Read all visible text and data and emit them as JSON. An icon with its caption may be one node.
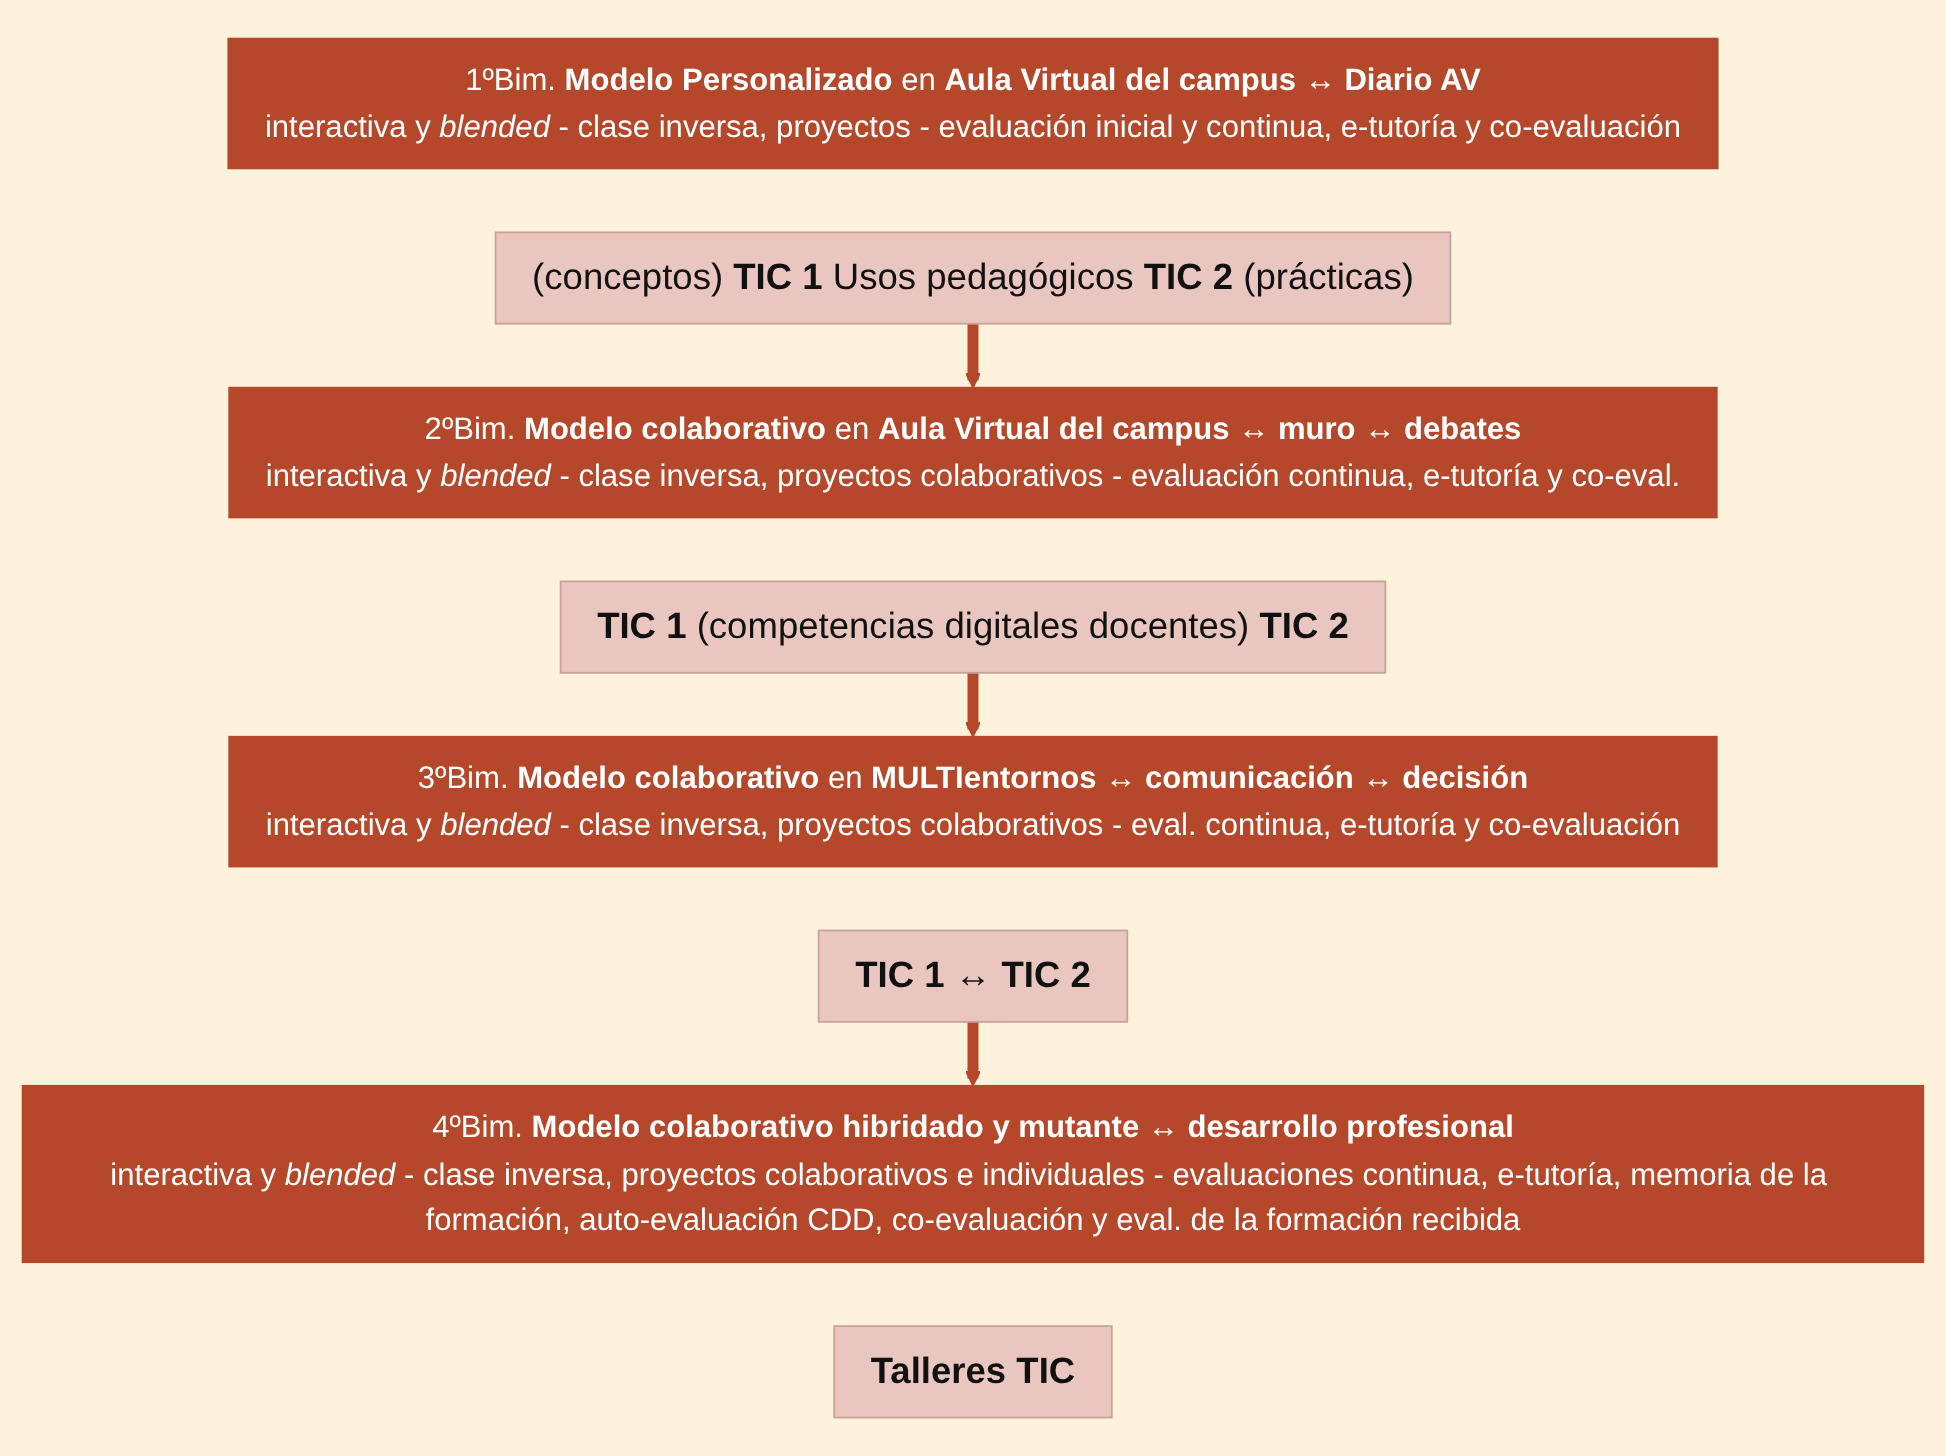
{
  "diagram": {
    "nodes": [
      {
        "text": [
          "1ºBim. **Modelo Personalizado** en **Aula Virtual del campus ↔ Diario AV**",
          "interactiva y *blended* - clase inversa, proyectos - evaluación inicial y continua, e-tutoría y co-evaluación"
        ]
      },
      {
        "text": [
          "(conceptos) **TIC 1** Usos pedagógicos **TIC 2** (prácticas)"
        ]
      },
      {
        "text": [
          "2ºBim. **Modelo colaborativo** en **Aula Virtual del campus ↔ muro ↔ debates**",
          "interactiva y *blended* - clase inversa, proyectos colaborativos - evaluación continua, e-tutoría y co-eval."
        ]
      },
      {
        "text": [
          "**TIC 1** (competencias digitales docentes) **TIC 2**"
        ]
      },
      {
        "text": [
          "3ºBim. **Modelo colaborativo** en **MULTIentornos ↔ comunicación ↔ decisión**",
          "interactiva y *blended* - clase inversa, proyectos colaborativos - eval. continua, e-tutoría y co-evaluación"
        ]
      },
      {
        "text": [
          "TIC 1 ↔ TIC 2"
        ]
      },
      {
        "text": [
          "4ºBim. **Modelo colaborativo hibridado y mutante ↔ desarrollo profesional**",
          "interactiva y *blended* - clase inversa, proyectos colaborativos e individuales - evaluaciones continua, e-tutoría, memoria de la formación, auto-evaluación CDD, co-evaluación y eval. de la formación recibida"
        ]
      },
      {
        "text": [
          "Talleres TIC"
        ]
      }
    ],
    "edges": [
      {
        "from": 1,
        "to": 2,
        "arrow": "to"
      },
      {
        "from": 3,
        "to": 4,
        "arrow": "to"
      },
      {
        "from": 5,
        "to": 6,
        "arrow": "to"
      }
    ]
  }
}
